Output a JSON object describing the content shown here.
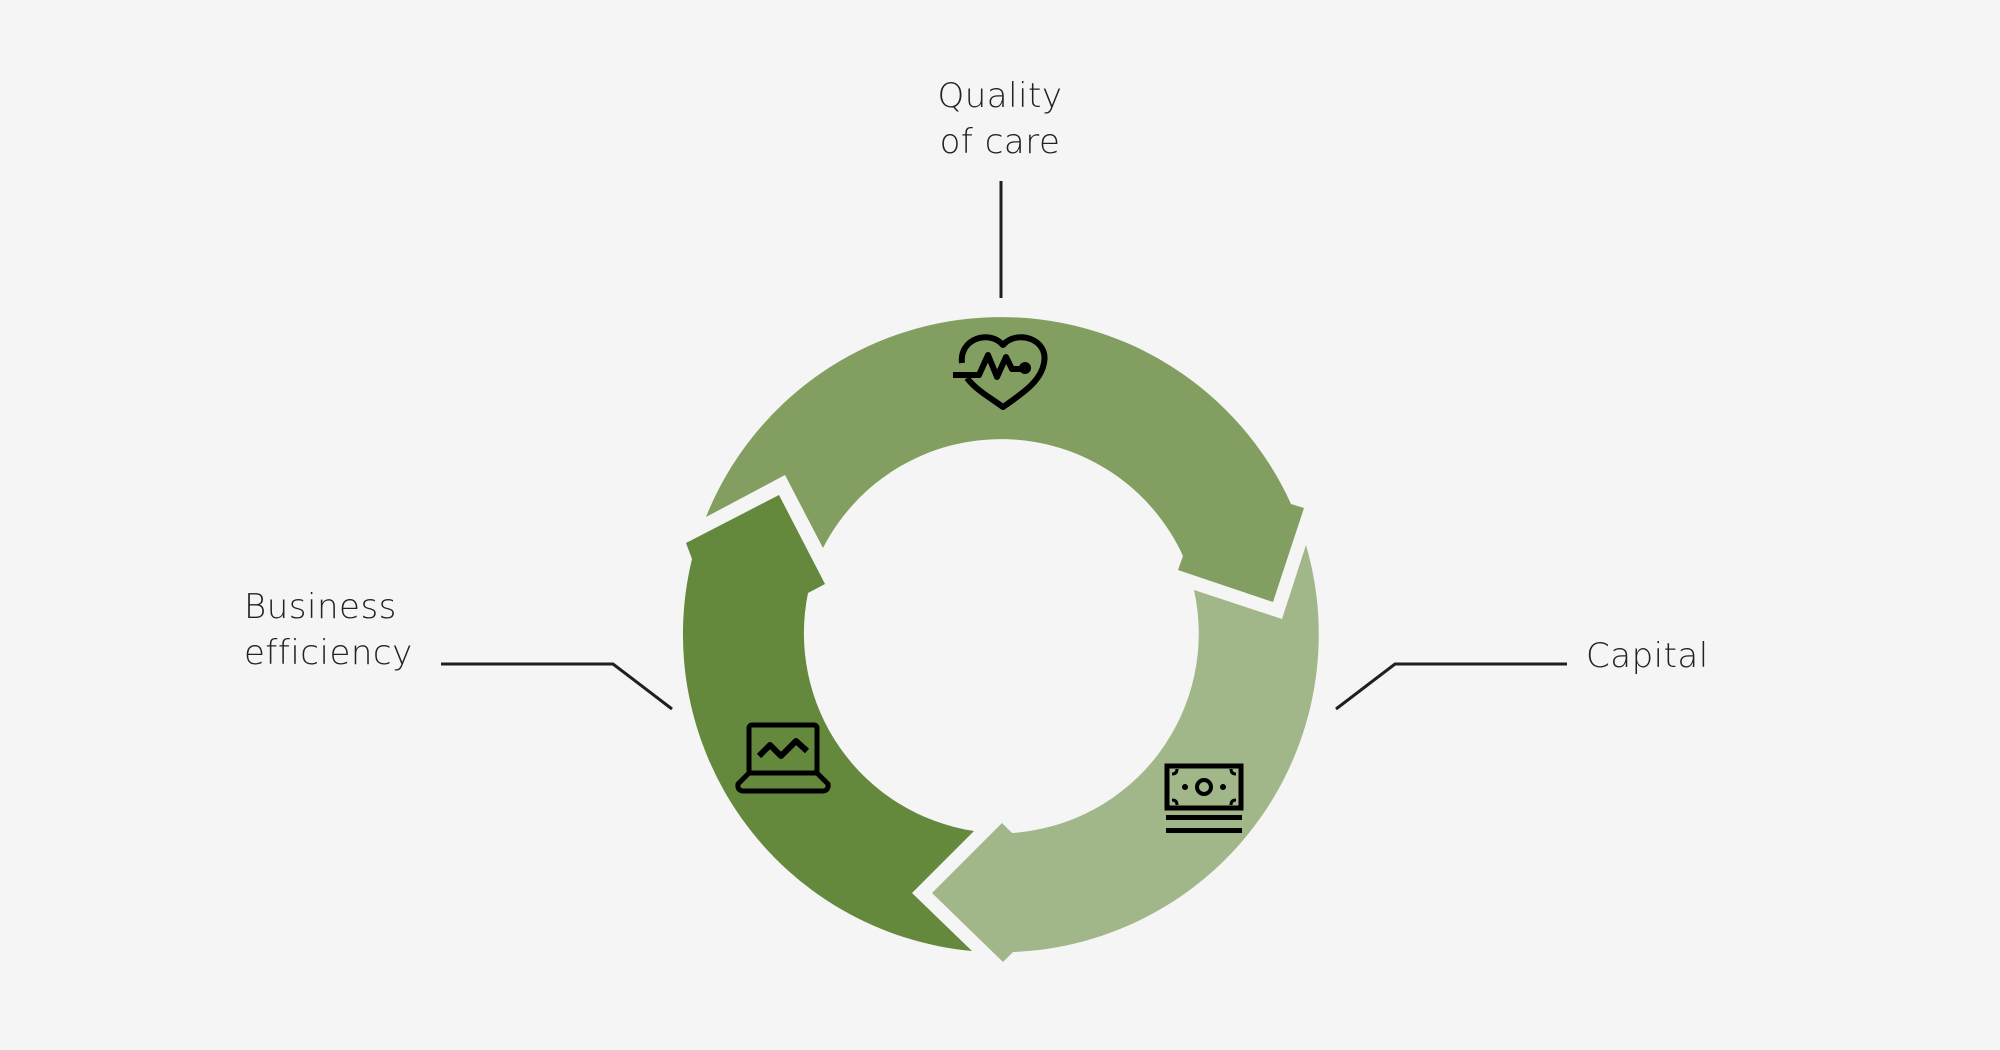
{
  "colors": {
    "background": "#f5f5f5",
    "segment_quality": "#829f61",
    "segment_business": "#64883c",
    "segment_capital": "#a2b789",
    "text": "#222222"
  },
  "segments": [
    {
      "id": "quality",
      "label_lines": [
        "Quality",
        "of care"
      ],
      "icon": "heart-pulse-icon"
    },
    {
      "id": "capital",
      "label_lines": [
        "Capital"
      ],
      "icon": "banknotes-icon"
    },
    {
      "id": "business",
      "label_lines": [
        "Business",
        "efficiency"
      ],
      "icon": "laptop-chart-icon"
    }
  ]
}
